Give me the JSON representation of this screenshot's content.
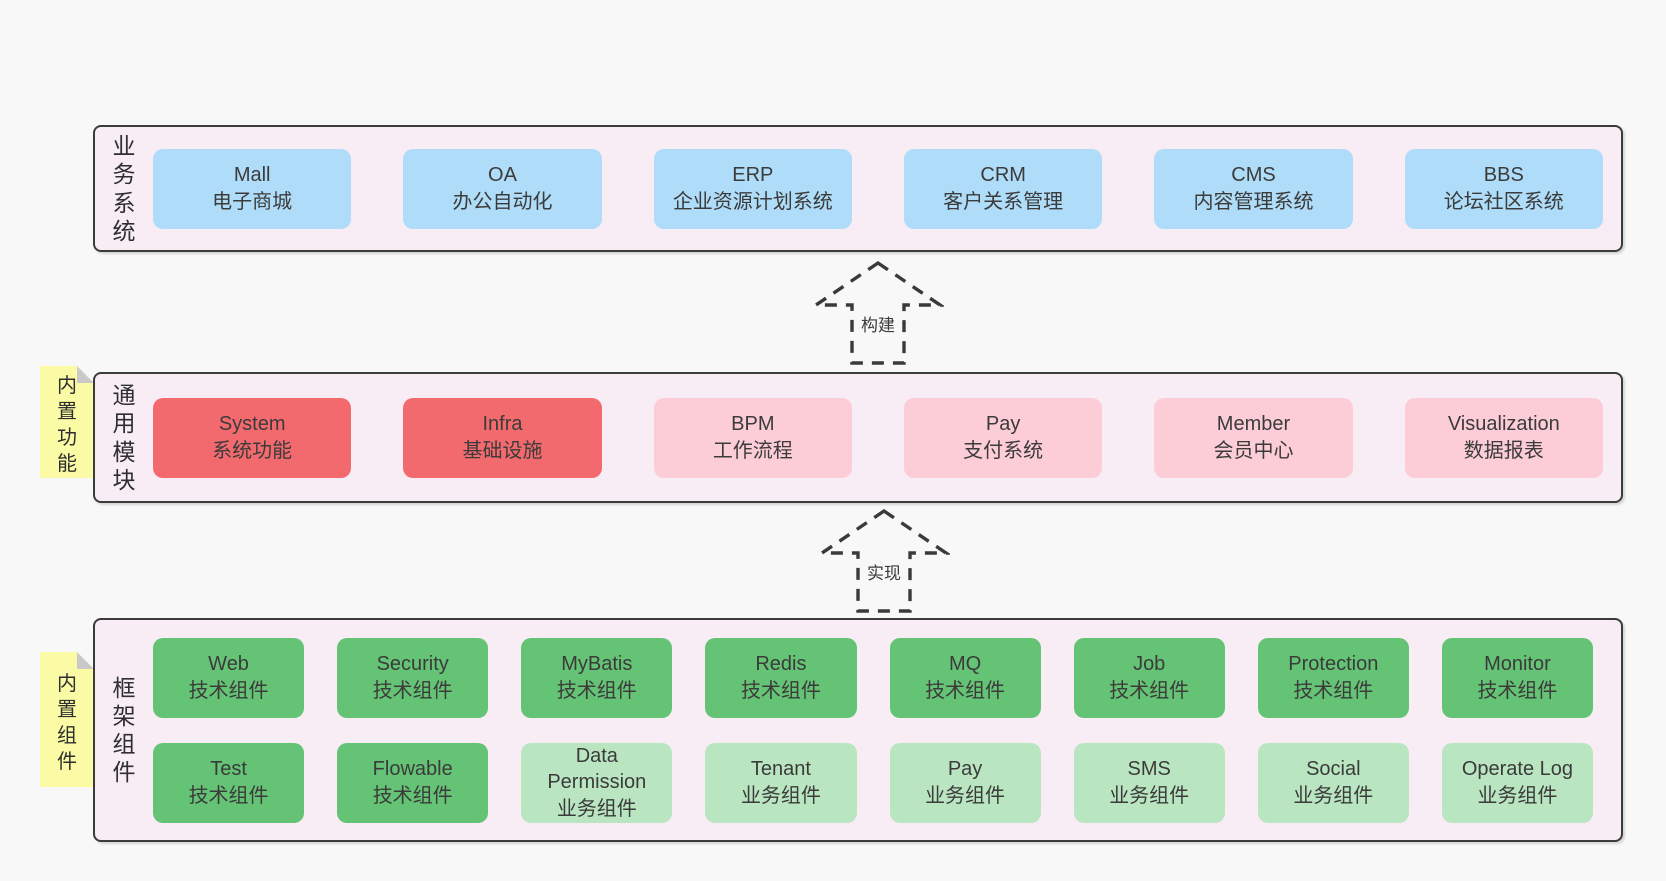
{
  "colors": {
    "page_bg": "#f8f8f8",
    "container_bg": "#f8ecf5",
    "container_border": "#3c3c3c",
    "blue": "#afdcf8",
    "red": "#f36a6e",
    "pink": "#fccdd6",
    "green": "#64c374",
    "light_green": "#b9e6c1",
    "sticky_yellow": "#fbfba5",
    "fold_gray": "#c9c9c9",
    "text": "#3b3b3b"
  },
  "stickies": [
    {
      "text": "内置功能"
    },
    {
      "text": "内置组件"
    }
  ],
  "arrows": [
    {
      "label": "构建"
    },
    {
      "label": "实现"
    }
  ],
  "layers": [
    {
      "label": "业务系统",
      "boxes": [
        {
          "name": "Mall",
          "desc": "电子商城",
          "type": "blue"
        },
        {
          "name": "OA",
          "desc": "办公自动化",
          "type": "blue"
        },
        {
          "name": "ERP",
          "desc": "企业资源计划系统",
          "type": "blue"
        },
        {
          "name": "CRM",
          "desc": "客户关系管理",
          "type": "blue"
        },
        {
          "name": "CMS",
          "desc": "内容管理系统",
          "type": "blue"
        },
        {
          "name": "BBS",
          "desc": "论坛社区系统",
          "type": "blue"
        }
      ]
    },
    {
      "label": "通用模块",
      "boxes": [
        {
          "name": "System",
          "desc": "系统功能",
          "type": "red"
        },
        {
          "name": "Infra",
          "desc": "基础设施",
          "type": "red"
        },
        {
          "name": "BPM",
          "desc": "工作流程",
          "type": "pink"
        },
        {
          "name": "Pay",
          "desc": "支付系统",
          "type": "pink"
        },
        {
          "name": "Member",
          "desc": "会员中心",
          "type": "pink"
        },
        {
          "name": "Visualization",
          "desc": "数据报表",
          "type": "pink"
        }
      ]
    },
    {
      "label": "框架组件",
      "rows": [
        [
          {
            "name": "Web",
            "desc": "技术组件",
            "type": "green"
          },
          {
            "name": "Security",
            "desc": "技术组件",
            "type": "green"
          },
          {
            "name": "MyBatis",
            "desc": "技术组件",
            "type": "green"
          },
          {
            "name": "Redis",
            "desc": "技术组件",
            "type": "green"
          },
          {
            "name": "MQ",
            "desc": "技术组件",
            "type": "green"
          },
          {
            "name": "Job",
            "desc": "技术组件",
            "type": "green"
          },
          {
            "name": "Protection",
            "desc": "技术组件",
            "type": "green"
          },
          {
            "name": "Monitor",
            "desc": "技术组件",
            "type": "green"
          }
        ],
        [
          {
            "name": "Test",
            "desc": "技术组件",
            "type": "green"
          },
          {
            "name": "Flowable",
            "desc": "技术组件",
            "type": "green"
          },
          {
            "name": "Data Permission",
            "desc": "业务组件",
            "type": "lightgreen"
          },
          {
            "name": "Tenant",
            "desc": "业务组件",
            "type": "lightgreen"
          },
          {
            "name": "Pay",
            "desc": "业务组件",
            "type": "lightgreen"
          },
          {
            "name": "SMS",
            "desc": "业务组件",
            "type": "lightgreen"
          },
          {
            "name": "Social",
            "desc": "业务组件",
            "type": "lightgreen"
          },
          {
            "name": "Operate Log",
            "desc": "业务组件",
            "type": "lightgreen"
          }
        ]
      ]
    }
  ]
}
